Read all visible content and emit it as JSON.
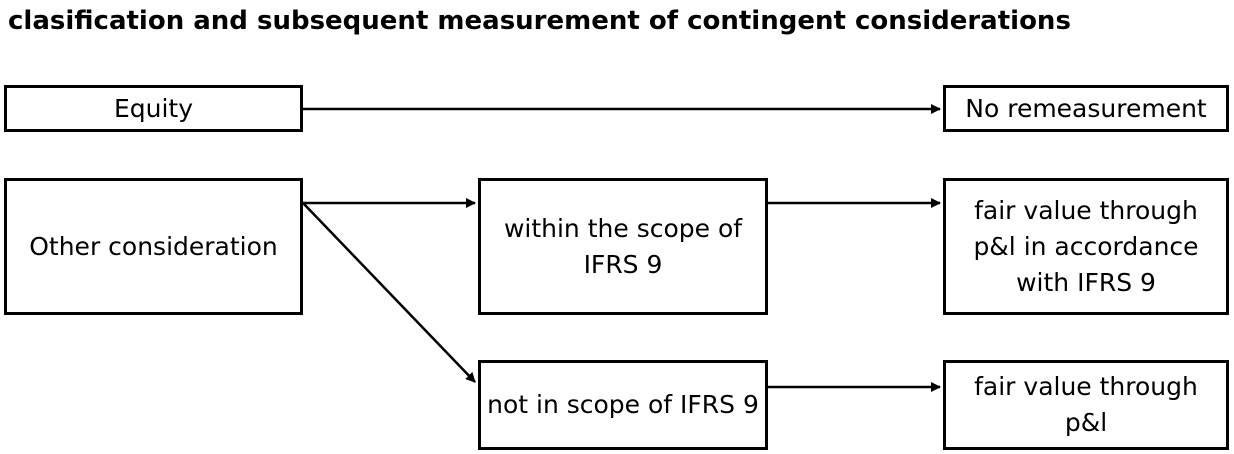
{
  "title": "clasification and subsequent measurement of contingent considerations",
  "boxes": {
    "equity": "Equity",
    "no_remeasurement": "No remeasurement",
    "other_consideration": "Other consideration",
    "within_scope": "within the scope of IFRS 9",
    "fvpl_ifrs9": "fair value through p&l in accordance with IFRS 9",
    "not_in_scope": "not in scope of IFRS 9",
    "fvpl": "fair value through p&l"
  }
}
